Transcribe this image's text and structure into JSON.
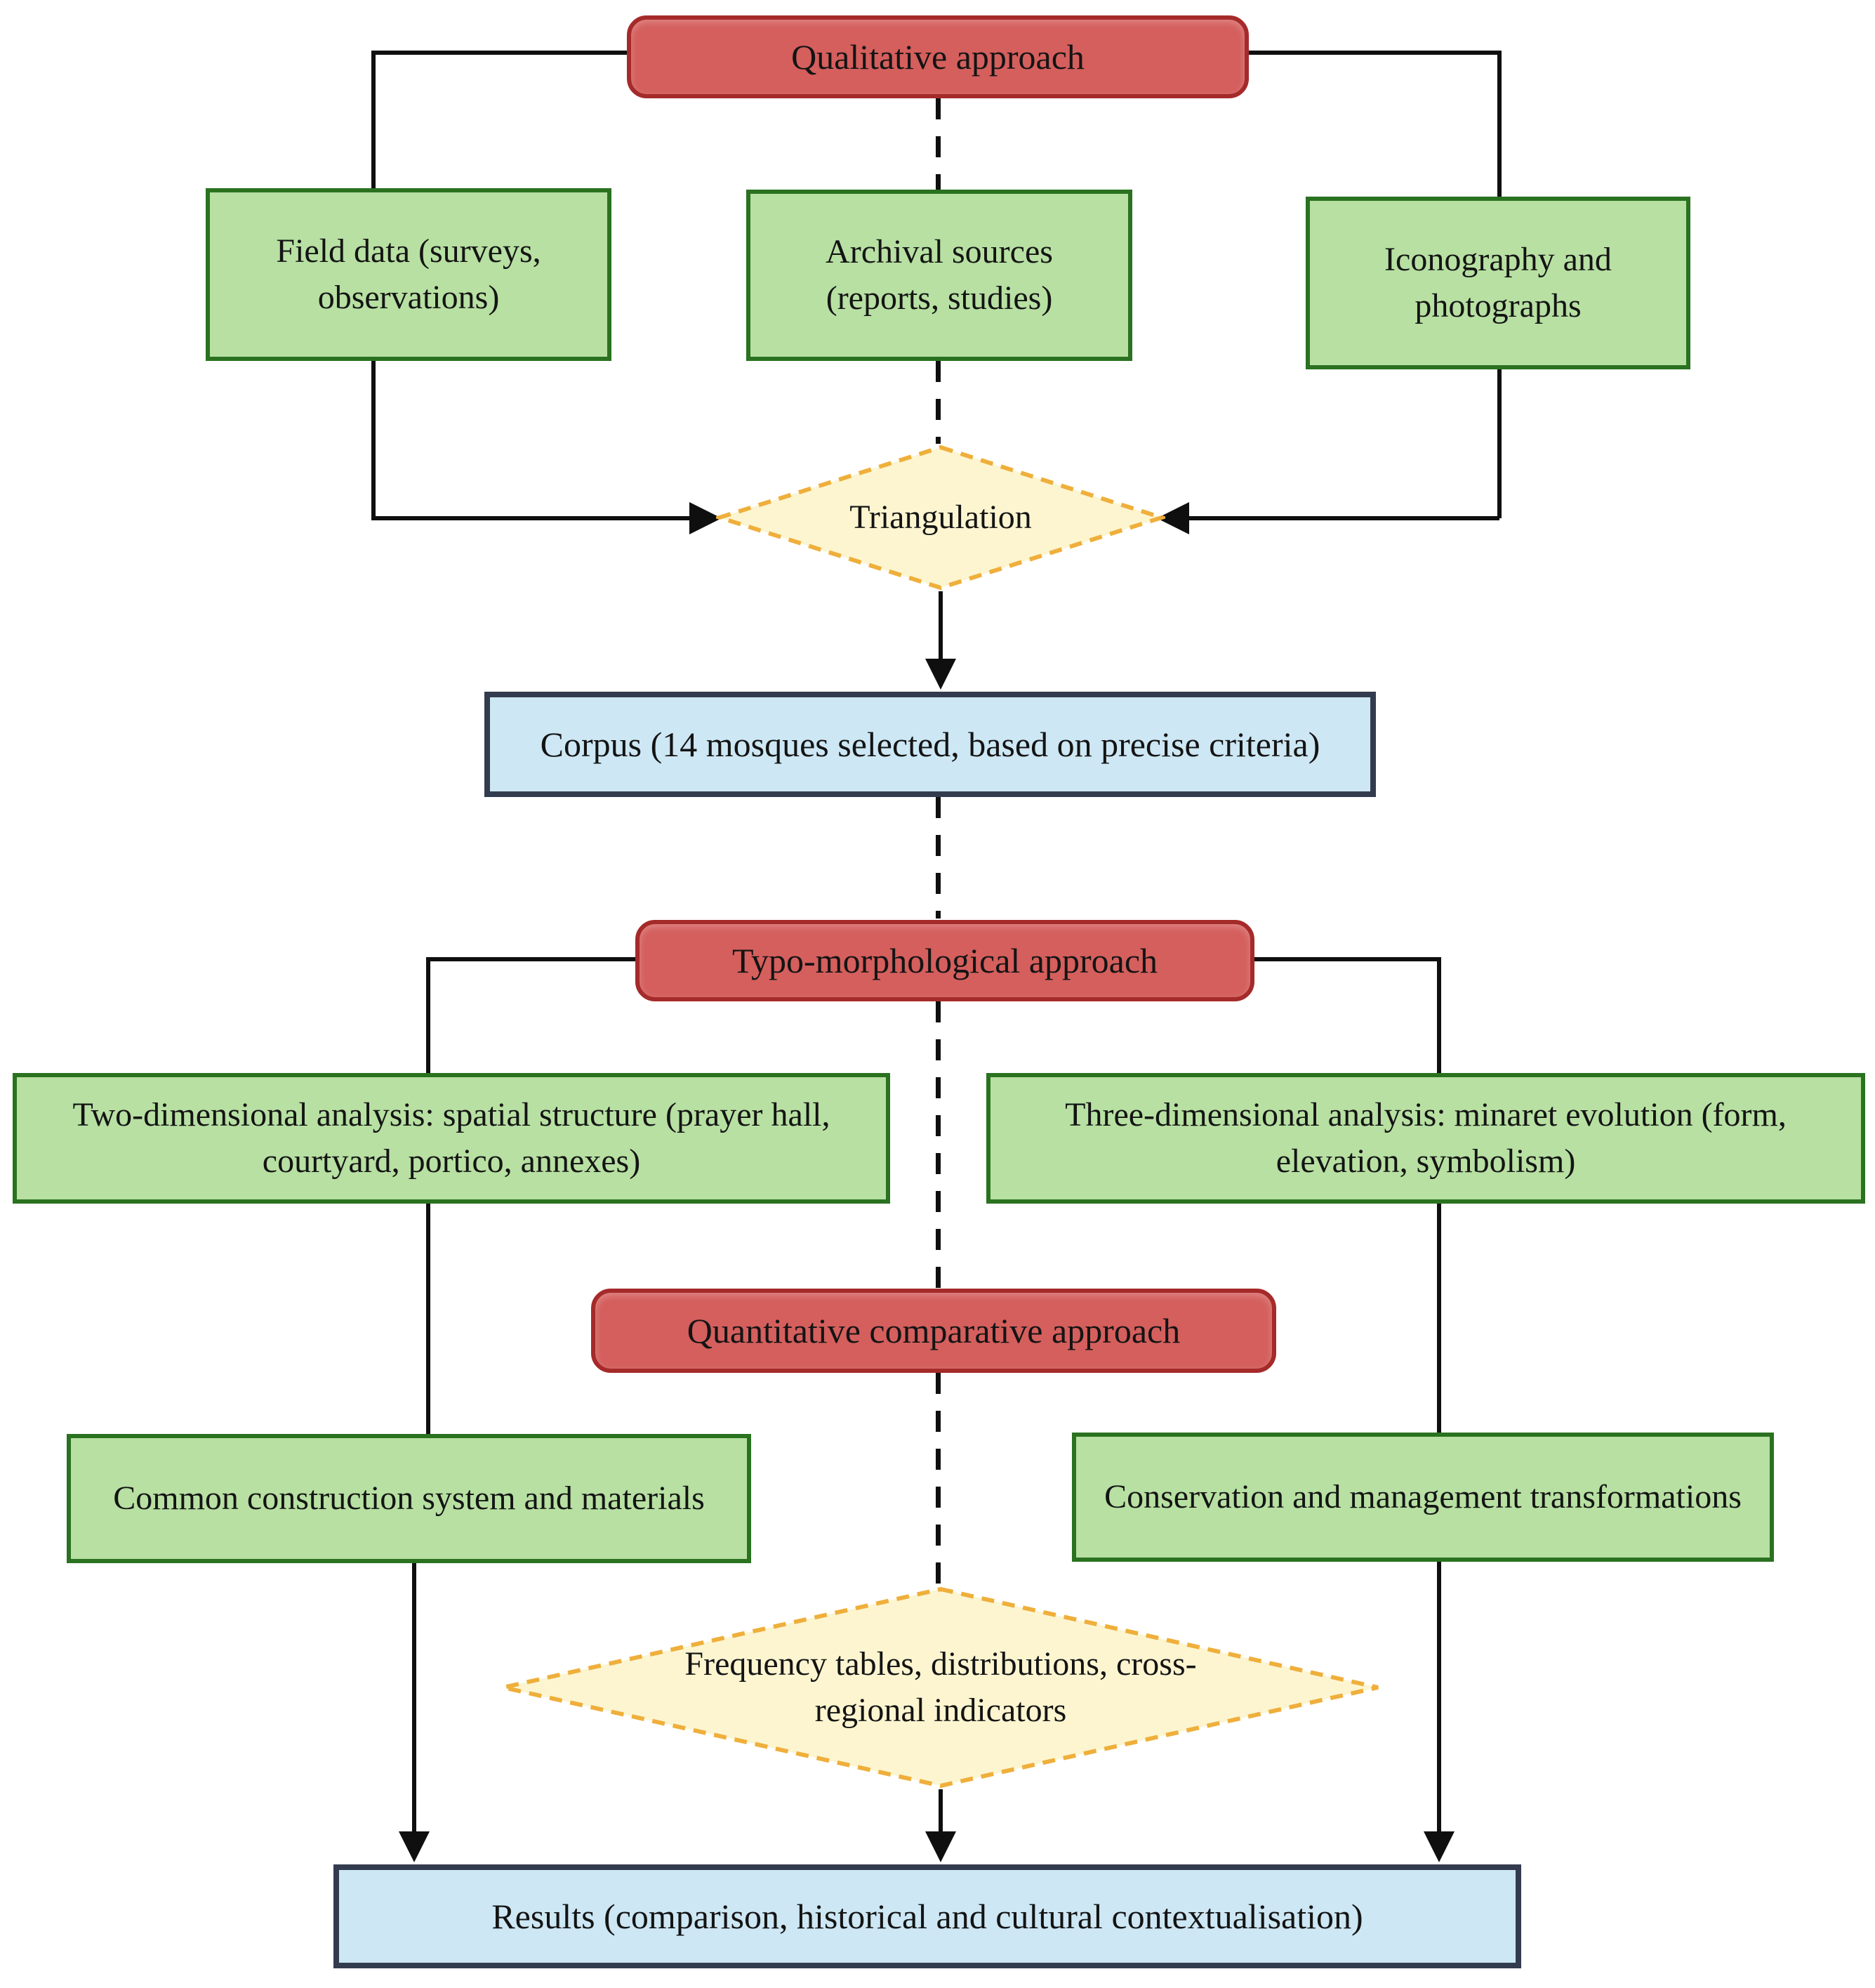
{
  "colors": {
    "approach_fill": "#D45F5D",
    "approach_border": "#A52A2A",
    "source_fill": "#B7E0A2",
    "source_border": "#2A7220",
    "diamond_fill": "#FCF5D0",
    "diamond_border": "#EFAF3B",
    "output_fill": "#CDE7F4",
    "output_border": "#333C4E",
    "connector": "#0F0F0F",
    "text": "#141414"
  },
  "nodes": {
    "qualitative": "Qualitative approach",
    "field_data": "Field data (surveys, observations)",
    "archival": "Archival sources (reports, studies)",
    "iconography": "Iconography and photographs",
    "triangulation": "Triangulation",
    "corpus": "Corpus (14 mosques selected, based on precise criteria)",
    "typo_morphological": "Typo-morphological approach",
    "two_dimensional": "Two-dimensional analysis:  spatial structure (prayer hall, courtyard, portico, annexes)",
    "three_dimensional": "Three-dimensional analysis: minaret evolution (form, elevation, symbolism)",
    "quantitative": "Quantitative comparative approach",
    "construction": "Common construction system and materials",
    "conservation": "Conservation and management transformations",
    "frequency": "Frequency tables, distributions, cross-regional indicators",
    "results": "Results (comparison, historical and cultural contextualisation)"
  }
}
